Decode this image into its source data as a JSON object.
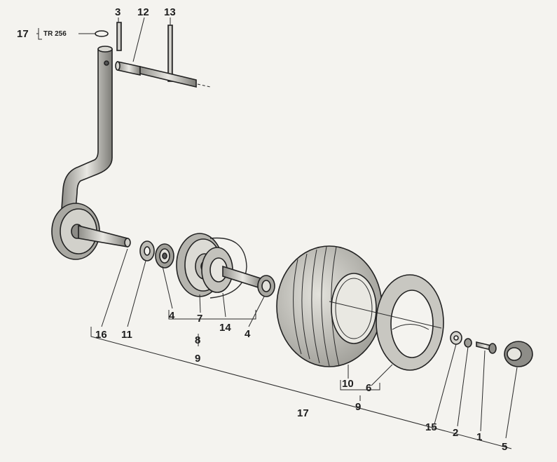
{
  "labels": {
    "n1": "1",
    "n2": "2",
    "n3": "3",
    "n4a": "4",
    "n4b": "4",
    "n5": "5",
    "n6": "6",
    "n7": "7",
    "n8": "8",
    "n9a": "9",
    "n9b": "9",
    "n10": "10",
    "n11": "11",
    "n12": "12",
    "n13": "13",
    "n14": "14",
    "n15": "15",
    "n16": "16",
    "n17a": "17",
    "n17b": "17",
    "tr": "TR 256"
  },
  "colors": {
    "ink": "#2a2a2a",
    "paper": "#f4f3ef",
    "shade": "#bdbcb6"
  }
}
